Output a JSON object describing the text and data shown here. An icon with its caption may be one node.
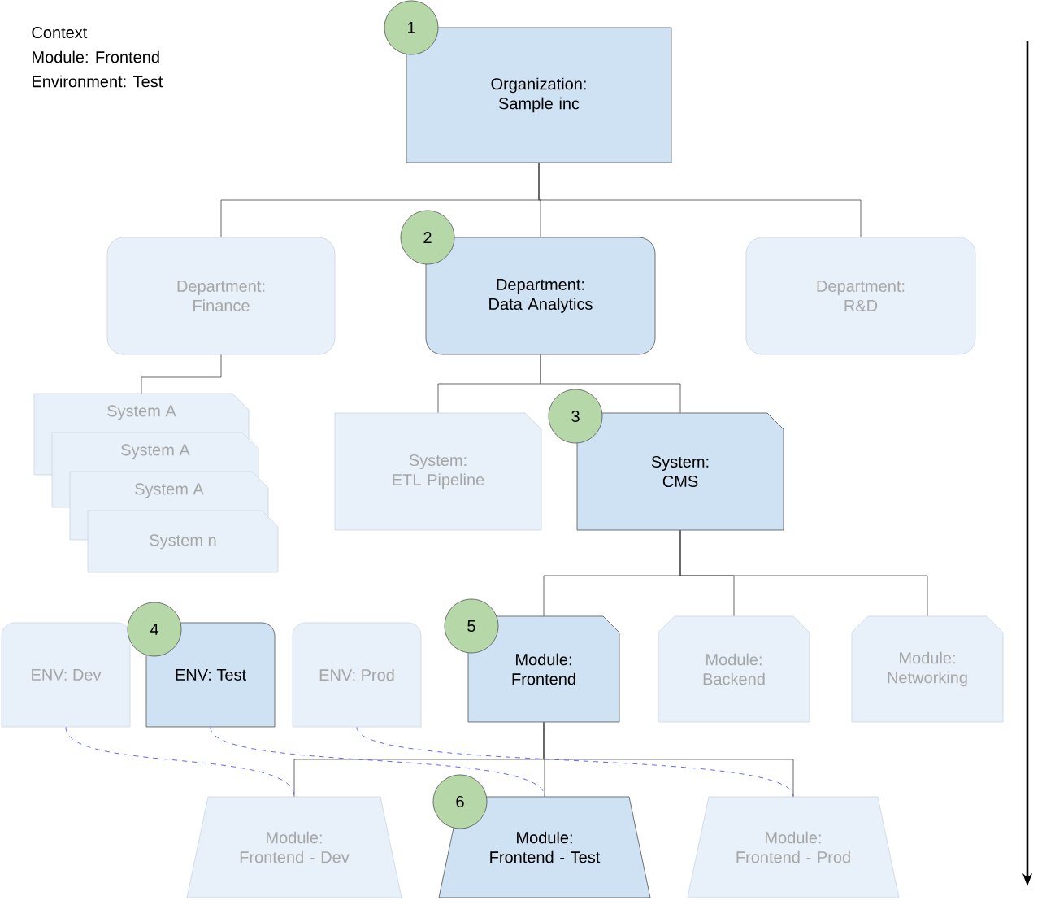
{
  "diagram": {
    "nodes": [
      {
        "text": [
          "Organization: Sample inc"
        ]
      },
      {
        "text": [
          "Department: Finance"
        ]
      },
      {
        "text": [
          "Department: Data Analytics"
        ]
      },
      {
        "text": [
          "Department: R&D"
        ]
      },
      {
        "text": [
          "System A"
        ]
      },
      {
        "text": [
          "System A"
        ]
      },
      {
        "text": [
          "System A"
        ]
      },
      {
        "text": [
          "System n"
        ]
      },
      {
        "text": [
          "System: ETL Pipeline"
        ]
      },
      {
        "text": [
          "System: CMS"
        ]
      },
      {
        "text": [
          "ENV: Dev"
        ]
      },
      {
        "text": [
          "ENV: Test"
        ]
      },
      {
        "text": [
          "ENV: Prod"
        ]
      },
      {
        "text": [
          "Module: Frontend"
        ]
      },
      {
        "text": [
          "Module: Backend"
        ]
      },
      {
        "text": [
          "Module: Networking"
        ]
      },
      {
        "text": [
          "Module: Frontend - Dev"
        ]
      },
      {
        "text": [
          "Module: Frontend - Test"
        ]
      },
      {
        "text": [
          "Module: Frontend - Prod"
        ]
      },
      {
        "text": [
          "1"
        ]
      },
      {
        "text": [
          "2"
        ]
      },
      {
        "text": [
          "3"
        ]
      },
      {
        "text": [
          "4"
        ]
      },
      {
        "text": [
          "5"
        ]
      },
      {
        "text": [
          "6"
        ]
      }
    ],
    "edges": [
      {
        "from": 0,
        "to": 1,
        "arrow": "none"
      },
      {
        "from": 0,
        "to": 2,
        "arrow": "none"
      },
      {
        "from": 0,
        "to": 3,
        "arrow": "none"
      },
      {
        "from": 1,
        "to": 4,
        "arrow": "none"
      },
      {
        "from": 2,
        "to": 8,
        "arrow": "none"
      },
      {
        "from": 2,
        "to": 9,
        "arrow": "none"
      },
      {
        "from": 9,
        "to": 13,
        "arrow": "none"
      },
      {
        "from": 9,
        "to": 14,
        "arrow": "none"
      },
      {
        "from": 9,
        "to": 15,
        "arrow": "none"
      },
      {
        "from": 13,
        "to": 16,
        "arrow": "none"
      },
      {
        "from": 13,
        "to": 17,
        "arrow": "none"
      },
      {
        "from": 13,
        "to": 18,
        "arrow": "none"
      },
      {
        "from": 10,
        "to": 16,
        "arrow": "none",
        "style": "dashed",
        "color": "#4040ff"
      },
      {
        "from": 11,
        "to": 17,
        "arrow": "none",
        "style": "dashed",
        "color": "#4040ff"
      },
      {
        "from": 12,
        "to": 18,
        "arrow": "none",
        "style": "dashed",
        "color": "#4040ff"
      }
    ],
    "labels": [
      "Context",
      "Module: Frontend",
      "Environment: Test"
    ]
  }
}
